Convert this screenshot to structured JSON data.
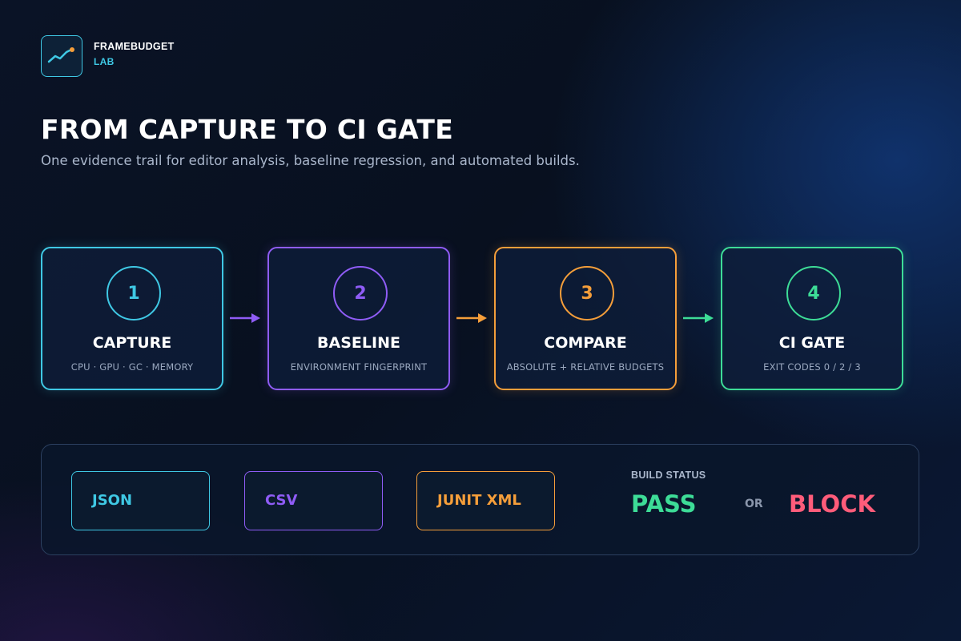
{
  "brand": {
    "name": "FRAMEBUDGET",
    "sub": "LAB",
    "logo_icon": "trend-line-icon"
  },
  "header": {
    "title": "FROM CAPTURE TO CI GATE",
    "subtitle": "One evidence trail for editor analysis, baseline regression, and automated builds."
  },
  "steps": [
    {
      "number": "1",
      "title": "CAPTURE",
      "desc": "CPU · GPU · GC · MEMORY",
      "color": "#3fc8e4"
    },
    {
      "number": "2",
      "title": "BASELINE",
      "desc": "ENVIRONMENT FINGERPRINT",
      "color": "#8f5cf6"
    },
    {
      "number": "3",
      "title": "COMPARE",
      "desc": "ABSOLUTE + RELATIVE BUDGETS",
      "color": "#f59e3a"
    },
    {
      "number": "4",
      "title": "CI GATE",
      "desc": "EXIT CODES 0 / 2 / 3",
      "color": "#3ddc97"
    }
  ],
  "formats": [
    {
      "label": "JSON",
      "color": "#3fc8e4"
    },
    {
      "label": "CSV",
      "color": "#8f5cf6"
    },
    {
      "label": "JUNIT XML",
      "color": "#f59e3a"
    }
  ],
  "status": {
    "label": "BUILD STATUS",
    "pass": "PASS",
    "or": "OR",
    "block": "BLOCK",
    "pass_color": "#3ddc97",
    "block_color": "#ff5c7a"
  }
}
